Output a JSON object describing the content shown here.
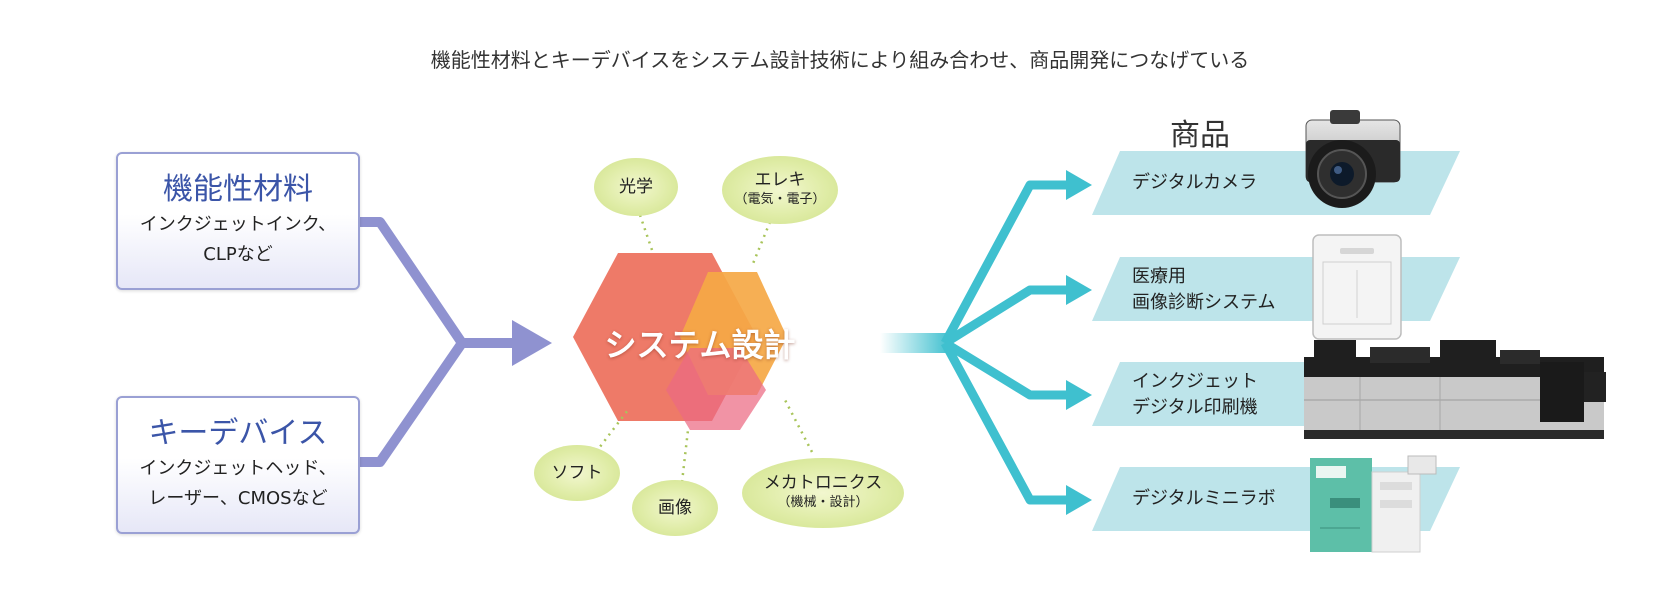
{
  "caption": "機能性材料とキーデバイスをシステム設計技術により組み合わせ、商品開発につなげている",
  "inputs": [
    {
      "title": "機能性材料",
      "desc_line1": "インクジェットインク、",
      "desc_line2": "CLPなど"
    },
    {
      "title": "キーデバイス",
      "desc_line1": "インクジェットヘッド、",
      "desc_line2": "レーザー、CMOSなど"
    }
  ],
  "center": {
    "label": "システム設計"
  },
  "technologies": [
    {
      "name": "光学",
      "sub": ""
    },
    {
      "name": "エレキ",
      "sub": "（電気・電子）"
    },
    {
      "name": "ソフト",
      "sub": ""
    },
    {
      "name": "画像",
      "sub": ""
    },
    {
      "name": "メカトロニクス",
      "sub": "（機械・設計）"
    }
  ],
  "products_title": "商品",
  "products": [
    {
      "line1": "デジタルカメラ",
      "line2": "",
      "icon": "camera-icon"
    },
    {
      "line1": "医療用",
      "line2": "画像診断システム",
      "icon": "xray-detector-icon"
    },
    {
      "line1": "インクジェット",
      "line2": "デジタル印刷機",
      "icon": "inkjet-press-icon"
    },
    {
      "line1": "デジタルミニラボ",
      "line2": "",
      "icon": "minilab-icon"
    }
  ],
  "colors": {
    "input_arrow": "#8f92d0",
    "input_title": "#3b55a8",
    "hex_red": "#ee7a68",
    "hex_orange": "#f5a845",
    "bubble": "#dfeca6",
    "output_arrow": "#3fc0cf",
    "product_band": "#bde4ea"
  }
}
